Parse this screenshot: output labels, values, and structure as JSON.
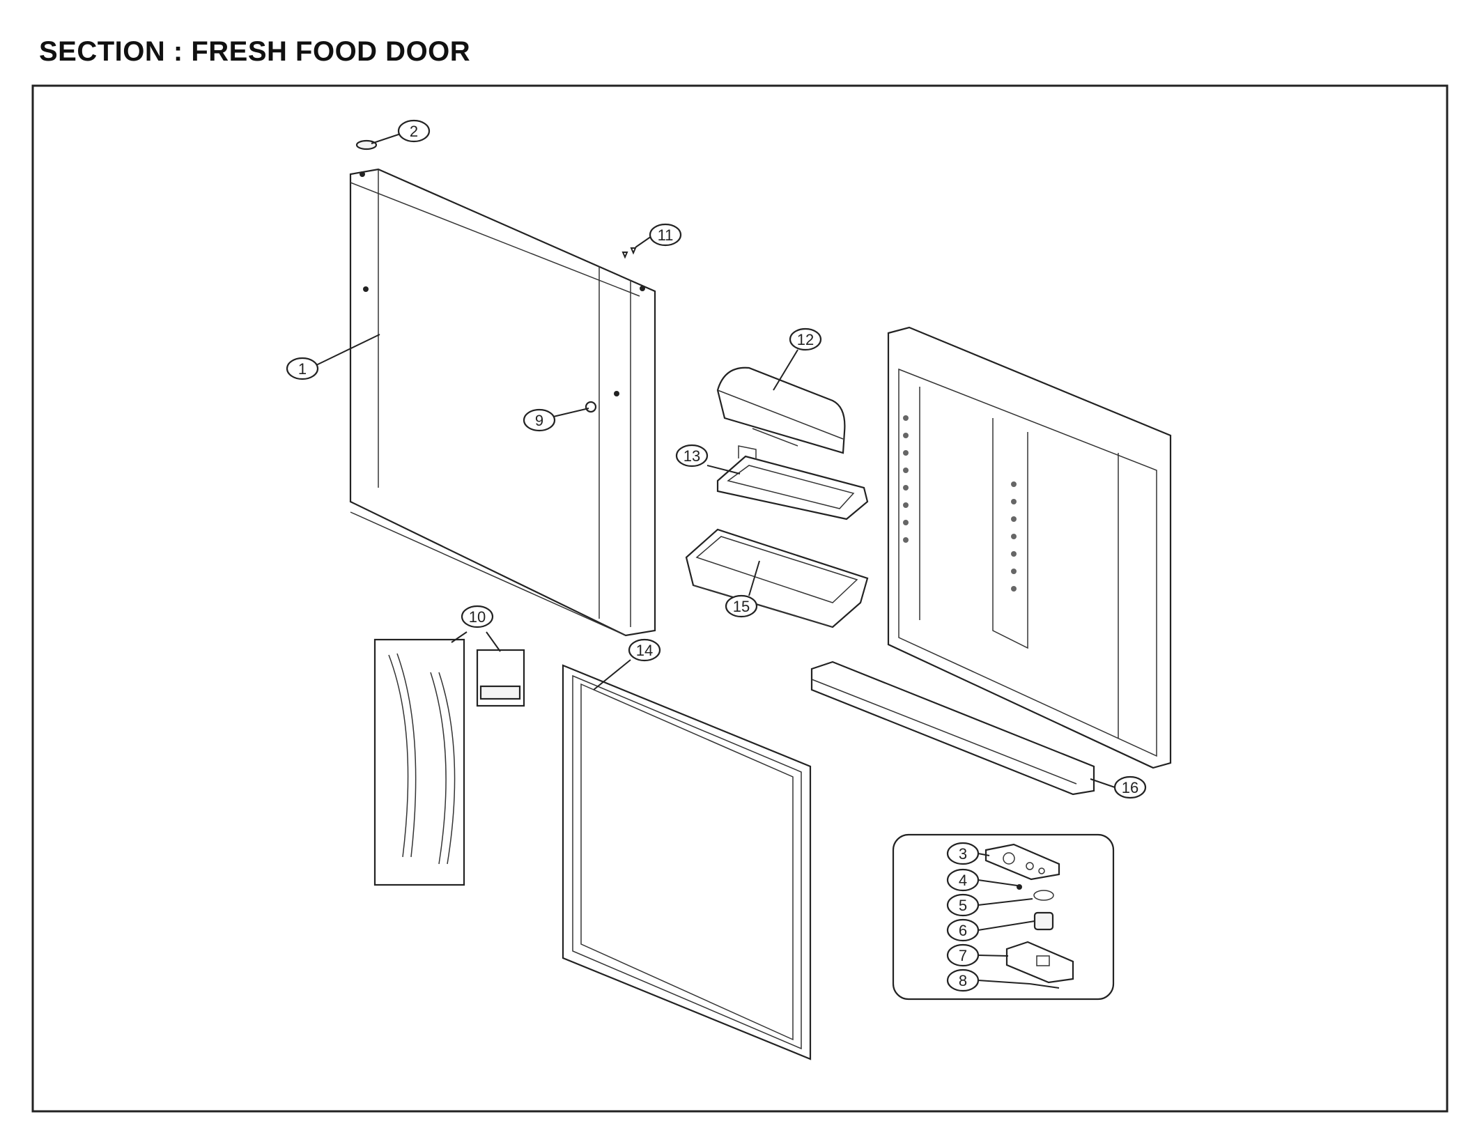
{
  "section_title": "SECTION : FRESH FOOD DOOR",
  "callouts": [
    {
      "id": "1",
      "label": "1",
      "part": "door-outer-panel"
    },
    {
      "id": "2",
      "label": "2",
      "part": "hinge-cap"
    },
    {
      "id": "3",
      "label": "3",
      "part": "hinge-plate"
    },
    {
      "id": "4",
      "label": "4",
      "part": "screw"
    },
    {
      "id": "5",
      "label": "5",
      "part": "washer"
    },
    {
      "id": "6",
      "label": "6",
      "part": "hinge-bushing"
    },
    {
      "id": "7",
      "label": "7",
      "part": "lower-hinge-bracket"
    },
    {
      "id": "8",
      "label": "8",
      "part": "bolt"
    },
    {
      "id": "9",
      "label": "9",
      "part": "door-plug"
    },
    {
      "id": "10",
      "label": "10",
      "part": "handle-assembly"
    },
    {
      "id": "11",
      "label": "11",
      "part": "screws"
    },
    {
      "id": "12",
      "label": "12",
      "part": "dairy-cover"
    },
    {
      "id": "13",
      "label": "13",
      "part": "dairy-bin"
    },
    {
      "id": "14",
      "label": "14",
      "part": "door-gasket"
    },
    {
      "id": "15",
      "label": "15",
      "part": "door-bin"
    },
    {
      "id": "16",
      "label": "16",
      "part": "door-shelf-rail"
    }
  ]
}
